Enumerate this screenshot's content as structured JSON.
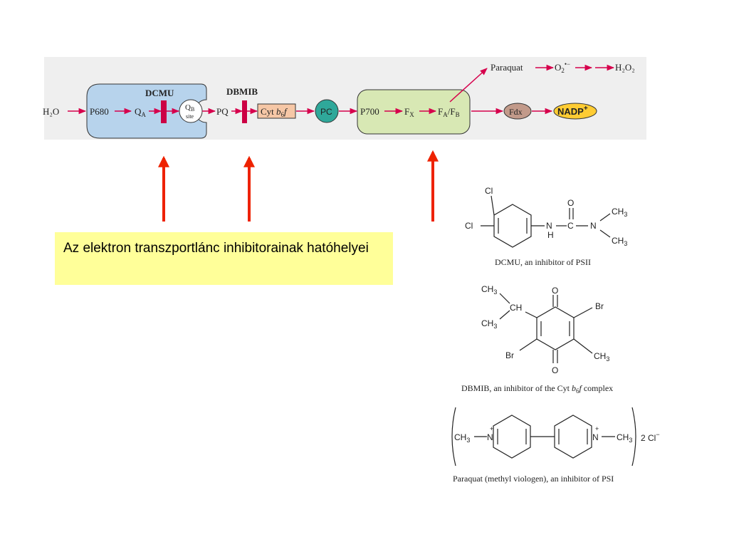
{
  "scheme": {
    "h2o": "H₂O",
    "p680": "P680",
    "qa": "Q",
    "qa_sub": "A",
    "qb": "Q",
    "qb_sub": "B",
    "qb_site": "site",
    "pq": "PQ",
    "cyt_prefix": "Cyt ",
    "cyt_b": "b",
    "cyt_sub": "6",
    "cyt_f": "f",
    "pc": "PC",
    "p700": "P700",
    "fx": "F",
    "fx_sub": "X",
    "fa": "F",
    "fa_sub": "A",
    "fb": "/F",
    "fb_sub": "B",
    "fdx": "Fdx",
    "nadp": "NADP",
    "nadp_sup": "+",
    "paraquat": "Paraquat",
    "o2": "O",
    "o2_sub": "2",
    "o2_sup": "•−",
    "h2o2": "H₂O₂",
    "dcmu_label": "DCMU",
    "dbmib_label": "DBMIB"
  },
  "caption": "Az elektron transzportlánc inhibitorainak hatóhelyei",
  "structures": {
    "dcmu": {
      "caption": "DCMU, an inhibitor of PSII",
      "cl1": "Cl",
      "cl2": "Cl",
      "n1": "N",
      "h": "H",
      "c": "C",
      "o": "O",
      "n2": "N",
      "ch3a": "CH",
      "ch3b": "CH",
      "sub3": "3"
    },
    "dbmib": {
      "caption_prefix": "DBMIB, an inhibitor of the Cyt ",
      "caption_b": "b",
      "caption_sub": "6",
      "caption_f": "f",
      "caption_suffix": " complex",
      "ch3_top": "CH",
      "ch": "CH",
      "ch3_bot": "CH",
      "o_top": "O",
      "br_right": "Br",
      "br_left": "Br",
      "ch3_right": "CH",
      "o_bot": "O",
      "sub3": "3"
    },
    "paraquat": {
      "caption": "Paraquat (methyl viologen), an inhibitor of PSI",
      "ch3_left": "CH",
      "n_left": "N",
      "n_right": "N",
      "ch3_right": "CH",
      "plus": "+",
      "sub3": "3",
      "counter": "2 Cl",
      "counter_sup": "−"
    }
  },
  "colors": {
    "panel_bg": "#efefef",
    "psii_fill": "#b7d3ec",
    "psi_fill": "#d8e8b4",
    "chain_arrow": "#d6004c",
    "inhibitor_bar": "#cc0044",
    "cyt_fill": "#f6c7a6",
    "pc_fill": "#2fa89a",
    "fdx_fill": "#c29a8a",
    "nadp_fill": "#ffcc33",
    "site_arrow": "#ee2200",
    "caption_bg": "#ffff99"
  }
}
